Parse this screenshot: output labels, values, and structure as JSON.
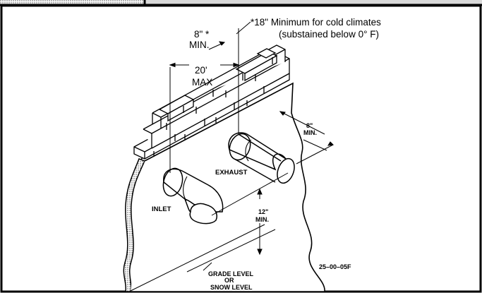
{
  "diagram": {
    "note_line1": "*18\" Minimum for cold climates",
    "note_line2": "(substained below 0° F)",
    "dim_top_line1": "8\" *",
    "dim_top_line2": "MIN.",
    "dim_spacing_line1": "20'",
    "dim_spacing_line2": "MAX",
    "dim_right_line1": "8\"",
    "dim_right_line2": "MIN.",
    "exhaust_label": "EXHAUST",
    "inlet_label": "INLET",
    "dim_grade_line1": "12\"",
    "dim_grade_line2": "MIN.",
    "grade_line1": "GRADE LEVEL",
    "grade_line2": "OR",
    "grade_line3": "SNOW LEVEL",
    "figure_code": "25–00–05F"
  },
  "colors": {
    "ink": "#000000",
    "paper": "#ffffff",
    "header_fill": "#d9d9d9"
  }
}
